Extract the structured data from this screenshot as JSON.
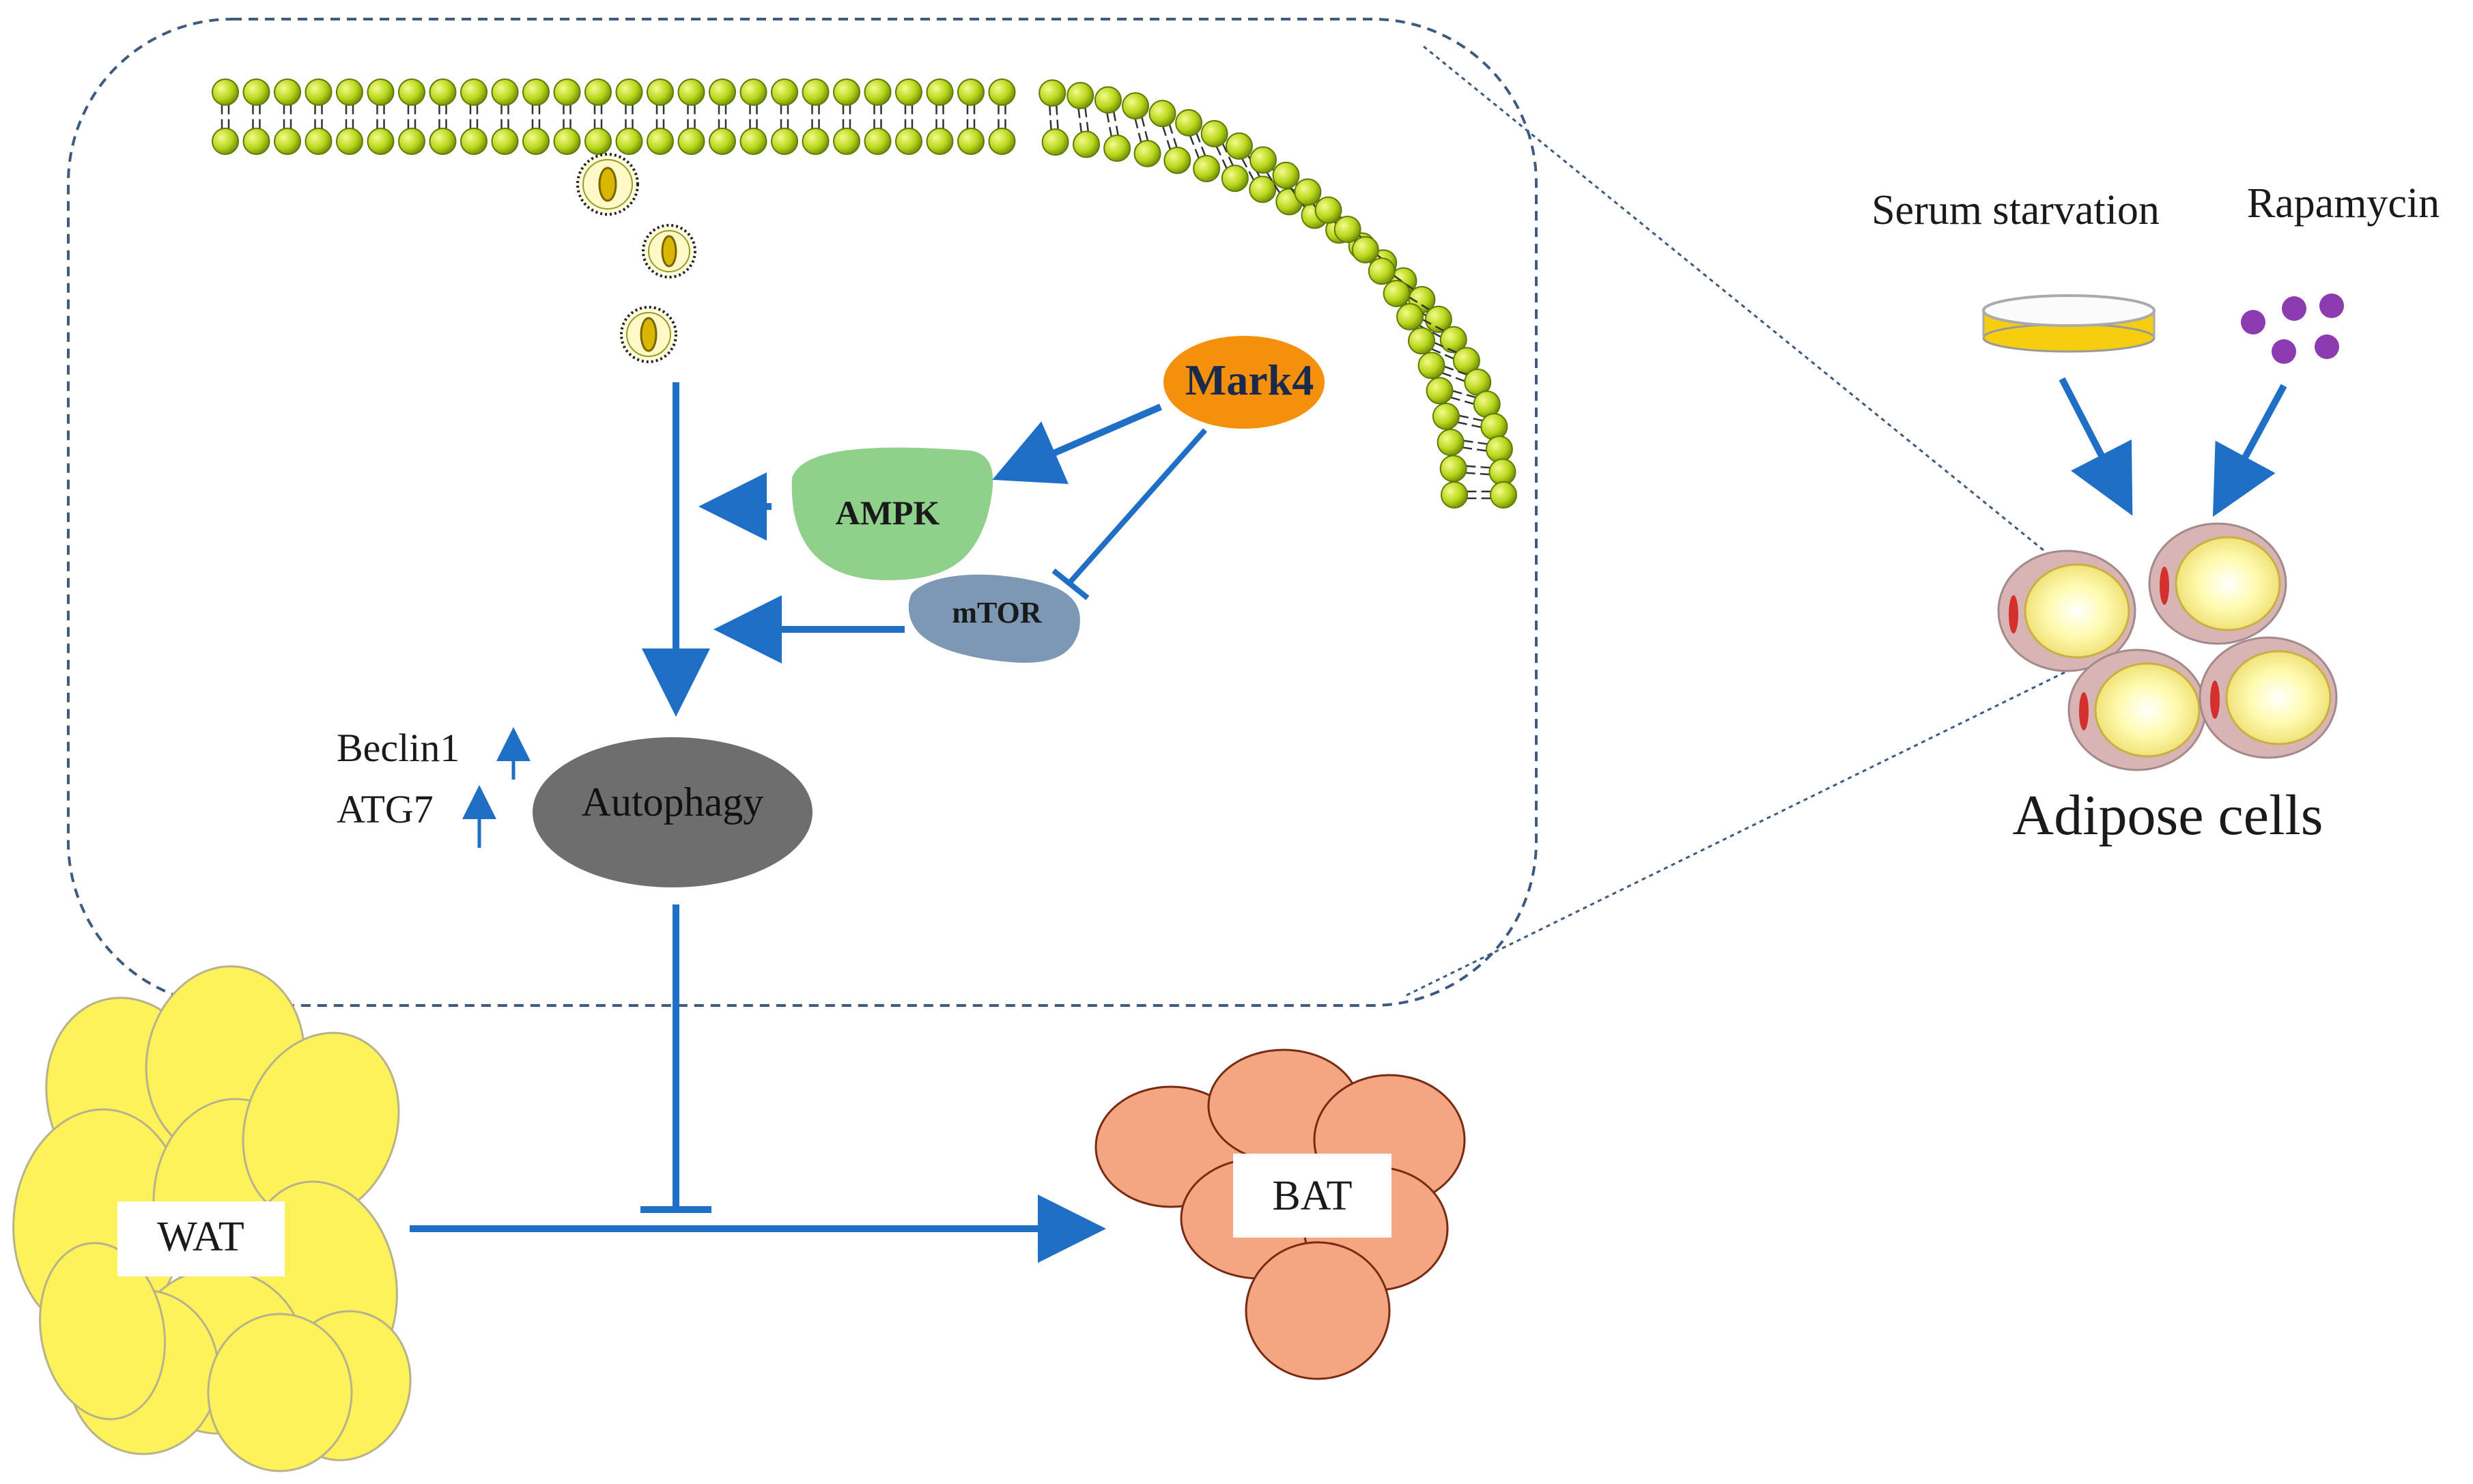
{
  "labels": {
    "mark4": "Mark4",
    "ampk": "AMPK",
    "mtor": "mTOR",
    "beclin1": "Beclin1",
    "atg7": "ATG7",
    "autophagy": "Autophagy",
    "serum_starvation": "Serum starvation",
    "rapamycin": "Rapamycin",
    "adipose_cells": "Adipose cells",
    "wat": "WAT",
    "bat": "BAT"
  },
  "colors": {
    "arrow_blue": "#1f6fc7",
    "mark4_fill": "#f4900c",
    "ampk_fill": "#8fd08a",
    "mtor_fill": "#7d98b4",
    "autophagy_fill": "#6e6e6e",
    "wat_fill": "#fdf25a",
    "bat_fill": "#f4a582",
    "lipid_head": "#b8d61a",
    "rapamycin_dot": "#8c3bb0",
    "dish_fluid": "#f7cd10"
  }
}
